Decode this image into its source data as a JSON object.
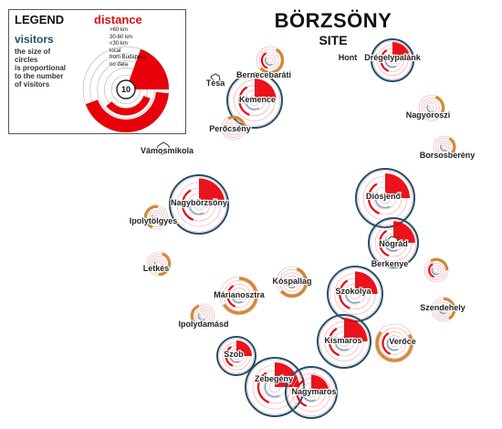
{
  "title": "BÖRZSÖNY",
  "subtitle": "SITE",
  "legend": {
    "title": "LEGEND",
    "visitors_label": "visitors",
    "visitors_desc": [
      "the size of circles",
      "is proportional",
      "to the number",
      "of visitors"
    ],
    "distance_label": "distance",
    "scale": [
      ">60 km",
      "30-60 km",
      "<30 km",
      "local",
      "from Budapest",
      "no data"
    ],
    "sample_value": "10"
  },
  "colors": {
    "red": "#e8000a",
    "orange": "#d08a35",
    "blue_ring": "#1f4f6a",
    "light_blue": "#6aa6c6",
    "pink": "#f3a6a6"
  },
  "sites": [
    {
      "name": "Börzsöny",
      "big": false
    },
    {
      "name": "Hont",
      "big": false
    },
    {
      "name": "Drégelypalánk",
      "big": true
    },
    {
      "name": "Bernecebaráti",
      "big": false
    },
    {
      "name": "Tésa",
      "big": false
    },
    {
      "name": "Kemence",
      "big": true
    },
    {
      "name": "Nagyoroszi",
      "big": false
    },
    {
      "name": "Perőcsény",
      "big": false
    },
    {
      "name": "Vámosmikola",
      "big": false
    },
    {
      "name": "Borsosberény",
      "big": false
    },
    {
      "name": "Diósjenő",
      "big": true
    },
    {
      "name": "Nagybörzsöny",
      "big": true
    },
    {
      "name": "Ipolytölgyes",
      "big": false
    },
    {
      "name": "Nógrád",
      "big": true
    },
    {
      "name": "Berkenye",
      "big": false
    },
    {
      "name": "Letkés",
      "big": false
    },
    {
      "name": "Kóspallag",
      "big": false
    },
    {
      "name": "Márianosztra",
      "big": false
    },
    {
      "name": "Szokolya",
      "big": true
    },
    {
      "name": "Szendehely",
      "big": false
    },
    {
      "name": "Ipolydamásd",
      "big": false
    },
    {
      "name": "Kismaros",
      "big": true
    },
    {
      "name": "Verőce",
      "big": false
    },
    {
      "name": "Szob",
      "big": true
    },
    {
      "name": "Zebegény",
      "big": true
    },
    {
      "name": "Nagymaros",
      "big": true
    }
  ]
}
